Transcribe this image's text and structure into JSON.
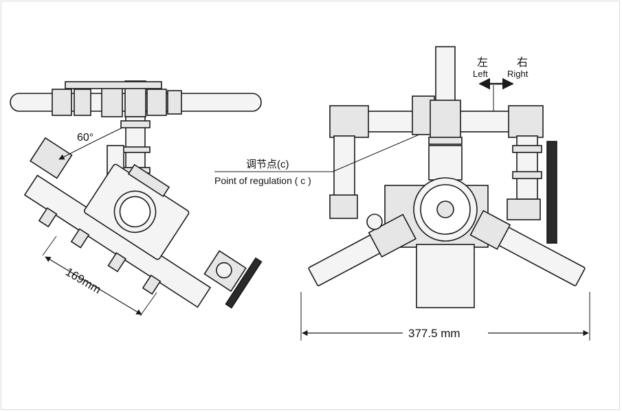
{
  "labels": {
    "angle": "60°",
    "left_dimension": "169mm",
    "width_dimension": "377.5 mm",
    "regulation_cn": "调节点(c)",
    "regulation_en": "Point of regulation ( c )",
    "left_cn": "左",
    "left_en": "Left",
    "right_cn": "右",
    "right_en": "Right"
  },
  "colors": {
    "line": "#1a1a1a",
    "fill_light": "#f4f4f4",
    "fill_mid": "#e6e6e6",
    "fill_dark": "#2a2a2a"
  }
}
